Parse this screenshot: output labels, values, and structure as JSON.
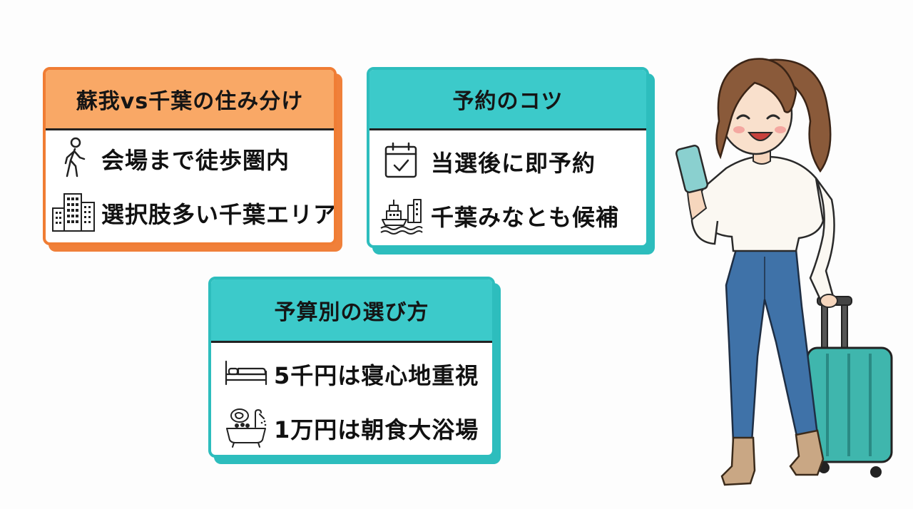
{
  "cards": {
    "split": {
      "title": "蘇我vs千葉の住み分け",
      "items": [
        {
          "icon": "walking-person-icon",
          "text": "会場まで徒歩圏内"
        },
        {
          "icon": "city-buildings-icon",
          "text": "選択肢多い千葉エリア"
        }
      ]
    },
    "booking": {
      "title": "予約のコツ",
      "items": [
        {
          "icon": "calendar-check-icon",
          "text": "当選後に即予約"
        },
        {
          "icon": "harbor-ship-icon",
          "text": "千葉みなとも候補"
        }
      ]
    },
    "budget": {
      "title": "予算別の選び方",
      "items": [
        {
          "icon": "bed-icon",
          "text": "5千円は寝心地重視"
        },
        {
          "icon": "breakfast-bath-icon",
          "text": "1万円は朝食大浴場"
        }
      ]
    }
  },
  "colors": {
    "orange_accent": "#f07d34",
    "orange_header": "#f9a866",
    "teal_accent": "#2dbdbd",
    "teal_header": "#3ccaca"
  }
}
